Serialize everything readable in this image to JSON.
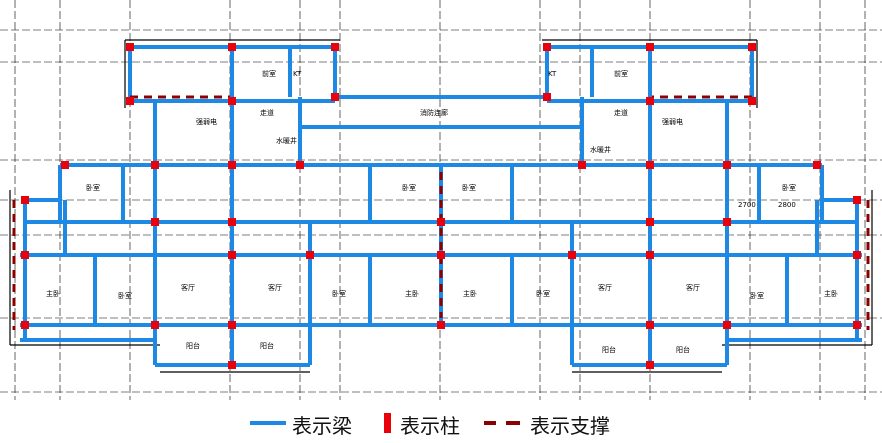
{
  "colors": {
    "beam": "#1e88e5",
    "column": "#e8000b",
    "brace": "#8b0000",
    "linework": "#000000"
  },
  "rooms": {
    "front_room": "前室",
    "corridor": "走道",
    "fire_corridor": "消防连廊",
    "shaft": "水暖井",
    "elec": "强弱电",
    "elevator": "KT",
    "bedroom": "卧室",
    "master_bedroom": "主卧",
    "living_room": "客厅",
    "balcony": "阳台"
  },
  "dimensions": {
    "d1": "2700",
    "d2": "2800"
  },
  "legend": {
    "beam": "表示梁",
    "column": "表示柱",
    "brace": "表示支撑"
  }
}
